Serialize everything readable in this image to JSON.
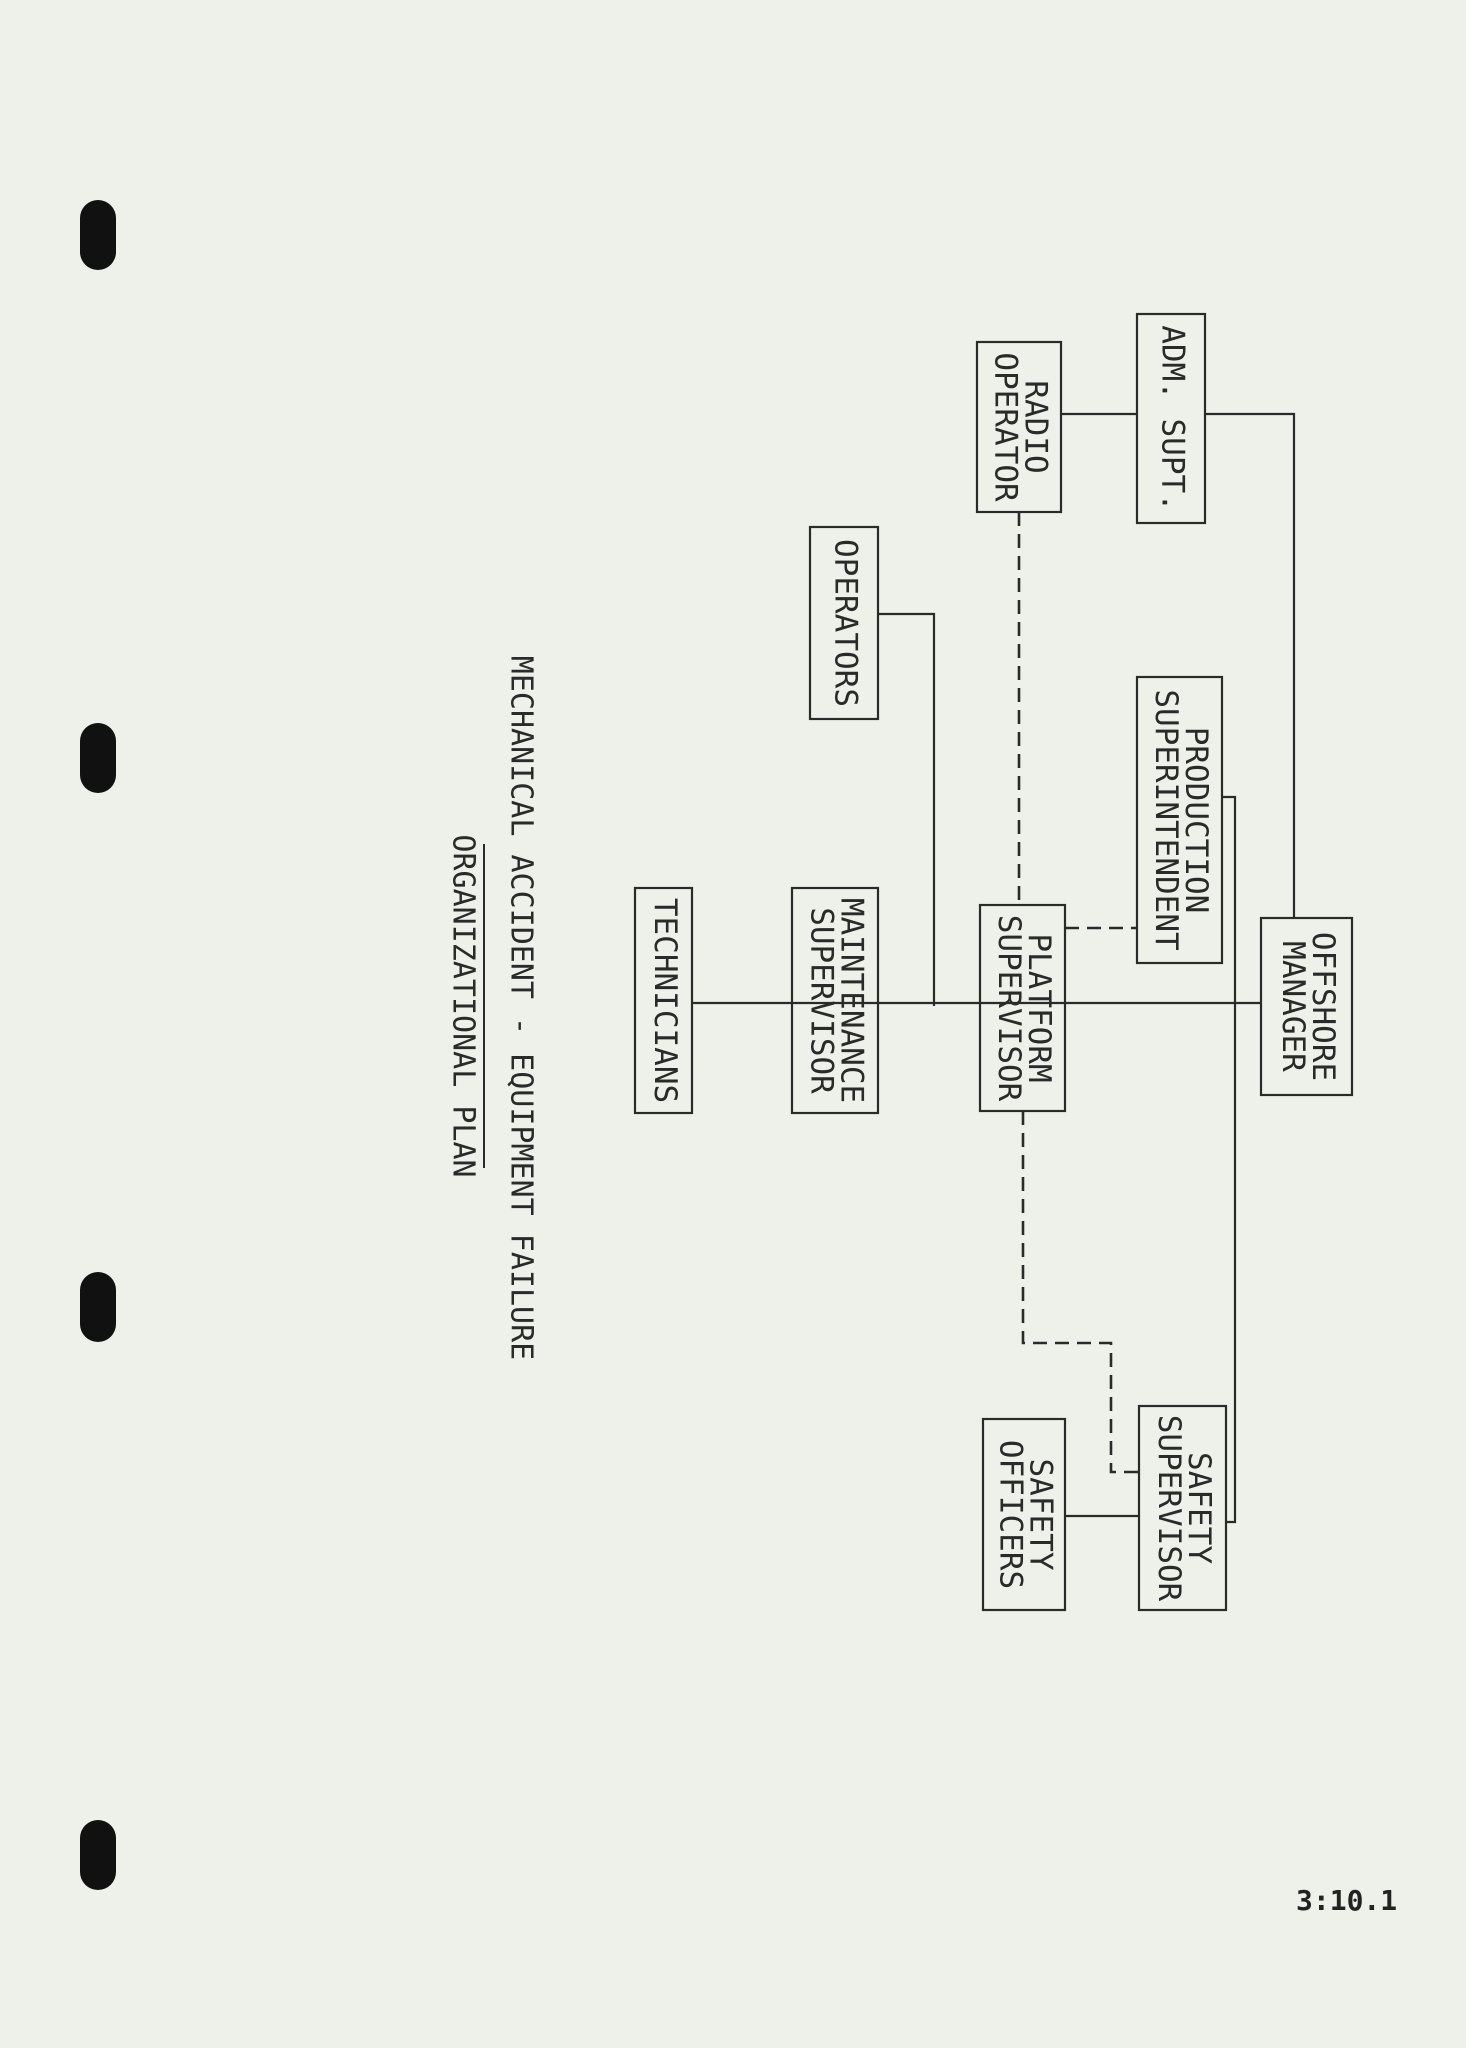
{
  "title": {
    "line1": "MECHANICAL ACCIDENT - EQUIPMENT FAILURE",
    "line2": "ORGANIZATIONAL PLAN"
  },
  "page_number": "3:10.1",
  "nodes": {
    "radio_operator": [
      "RADIO",
      "OPERATOR"
    ],
    "adm_supt": [
      "ADM. SUPT."
    ],
    "operators": [
      "OPERATORS"
    ],
    "production_superintendent": [
      "PRODUCTION",
      "SUPERINTENDENT"
    ],
    "offshore_manager": [
      "OFFSHORE",
      "MANAGER"
    ],
    "platform_supervisor": [
      "PLATFORM",
      "SUPERVISOR"
    ],
    "maintenance_supervisor": [
      "MAINTENANCE",
      "SUPERVISOR"
    ],
    "technicians": [
      "TECHNICIANS"
    ],
    "safety_supervisor": [
      "SAFETY",
      "SUPERVISOR"
    ],
    "safety_officers": [
      "SAFETY",
      "OFFICERS"
    ]
  }
}
